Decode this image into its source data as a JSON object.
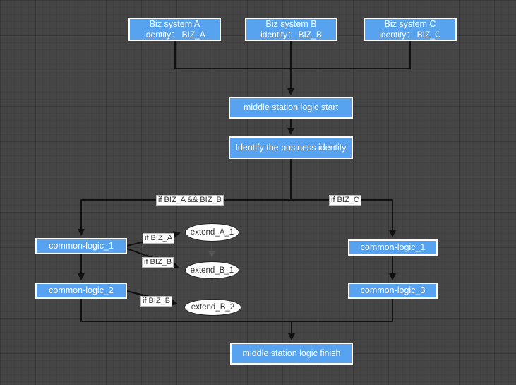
{
  "diagram": {
    "nodes": {
      "biz_a": {
        "line1": "Biz system A",
        "line2": "identity： BIZ_A"
      },
      "biz_b": {
        "line1": "Biz system B",
        "line2": "identity： BIZ_B"
      },
      "biz_c": {
        "line1": "Biz system C",
        "line2": "identity： BIZ_C"
      },
      "start": {
        "label": "middle station logic start"
      },
      "identify": {
        "label": "Identify the business identity"
      },
      "common_logic_1_left": {
        "label": "common-logic_1"
      },
      "common_logic_2_left": {
        "label": "common-logic_2"
      },
      "common_logic_1_right": {
        "label": "common-logic_1"
      },
      "common_logic_3_right": {
        "label": "common-logic_3"
      },
      "finish": {
        "label": "middle station logic finish"
      }
    },
    "ellipses": {
      "extend_a_1": {
        "label": "extend_A_1"
      },
      "extend_b_1": {
        "label": "extend_B_1"
      },
      "extend_b_2": {
        "label": "extend_B_2"
      }
    },
    "edge_labels": {
      "branch_left": "if BIZ_A && BIZ_B",
      "branch_right": "if BIZ_C",
      "to_extend_a_1": "if BIZ_A",
      "to_extend_b_1": "if BIZ_B",
      "to_extend_b_2": "if BIZ_B"
    },
    "colors": {
      "node_fill": "#58a3f0",
      "node_border": "#ffffff",
      "node_text": "#ffffff",
      "connector": "#111111",
      "gray_connector": "#555555",
      "ellipse_fill": "#ffffff",
      "ellipse_text": "#333333",
      "label_bg": "#ffffff",
      "label_text": "#333333",
      "canvas_bg": "#454545"
    }
  }
}
